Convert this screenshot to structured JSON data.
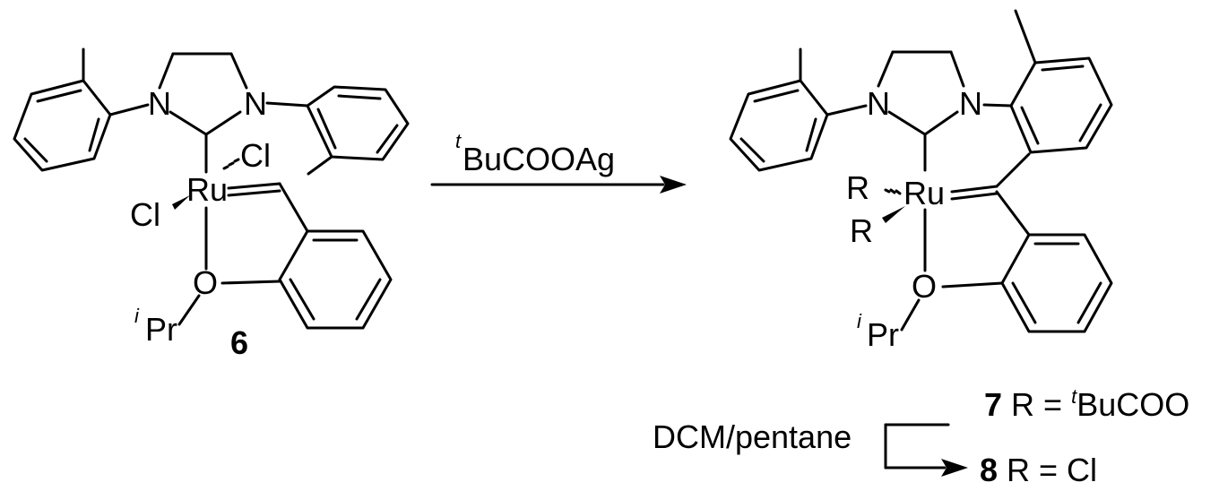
{
  "reactant": {
    "label": "6",
    "atoms": {
      "n1": "N",
      "n2": "N",
      "ru": "Ru",
      "cl1": "Cl",
      "cl2": "Cl",
      "o": "O",
      "ipr_prefix": "i",
      "ipr": "Pr"
    }
  },
  "reagent": {
    "prefix": "t",
    "text": "BuCOOAg"
  },
  "product": {
    "atoms": {
      "n1": "N",
      "n2": "N",
      "ru": "Ru",
      "r1": "R",
      "r2": "R",
      "o": "O",
      "ipr_prefix": "i",
      "ipr": "Pr"
    }
  },
  "conversion": {
    "solvent": "DCM/pentane",
    "compound7": {
      "label": "7",
      "prefix": " R = ",
      "sup": "t",
      "text": "BuCOO"
    },
    "compound8": {
      "label": "8",
      "text": " R = Cl"
    }
  }
}
